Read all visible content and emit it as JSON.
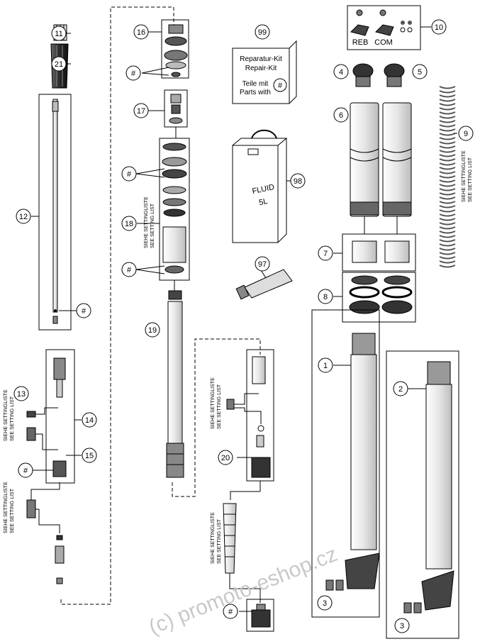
{
  "callouts": [
    {
      "id": "c11",
      "text": "11"
    },
    {
      "id": "c21",
      "text": "21"
    },
    {
      "id": "c12",
      "text": "12"
    },
    {
      "id": "c13",
      "text": "13"
    },
    {
      "id": "c14",
      "text": "14"
    },
    {
      "id": "c15",
      "text": "15"
    },
    {
      "id": "c16",
      "text": "16"
    },
    {
      "id": "c17",
      "text": "17"
    },
    {
      "id": "c18",
      "text": "18"
    },
    {
      "id": "c19",
      "text": "19"
    },
    {
      "id": "c20",
      "text": "20"
    },
    {
      "id": "c99",
      "text": "99"
    },
    {
      "id": "c98",
      "text": "98"
    },
    {
      "id": "c97",
      "text": "97"
    },
    {
      "id": "c10",
      "text": "10"
    },
    {
      "id": "c4",
      "text": "4"
    },
    {
      "id": "c5",
      "text": "5"
    },
    {
      "id": "c6",
      "text": "6"
    },
    {
      "id": "c9",
      "text": "9"
    },
    {
      "id": "c7",
      "text": "7"
    },
    {
      "id": "c8",
      "text": "8"
    },
    {
      "id": "c1",
      "text": "1"
    },
    {
      "id": "c2",
      "text": "2"
    },
    {
      "id": "c3a",
      "text": "3"
    },
    {
      "id": "c3b",
      "text": "3"
    }
  ],
  "hash_symbol": "#",
  "setting_list": {
    "line1": "SIEHE SETTINGLISTE",
    "line2": "SEE SETTING LIST"
  },
  "repair_kit": {
    "line1": "Reparatur-Kit",
    "line2": "Repair-Kit",
    "line3": "Teile mit",
    "line4": "Parts with"
  },
  "fluid_can": {
    "line1": "FLUID",
    "line2": "5L"
  },
  "adjusters": {
    "reb": "REB",
    "com": "COM"
  },
  "watermark": "(c) promoto-eshop.cz"
}
